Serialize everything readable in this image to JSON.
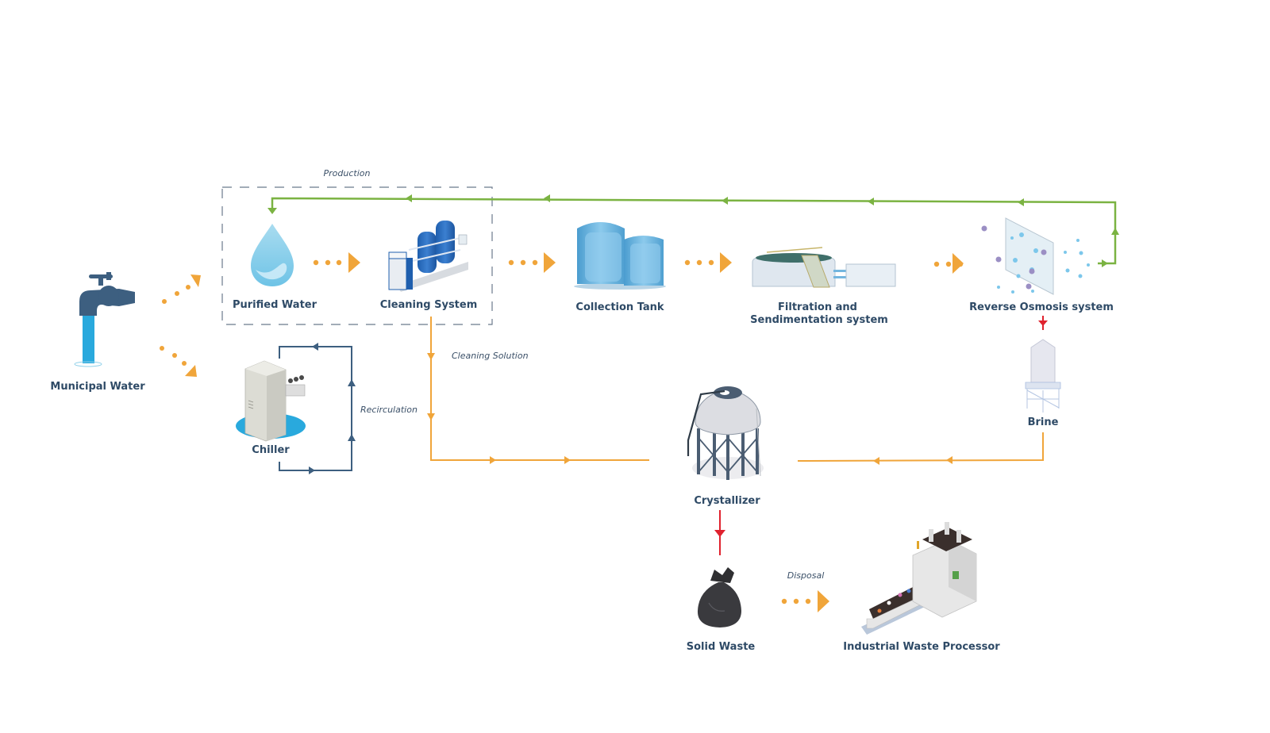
{
  "colors": {
    "label": "#2e4a66",
    "process_flow": "#f0a53a",
    "return_flow": "#7bb342",
    "recirculation_flow": "#3d5f80",
    "waste_flow": "#e0222e",
    "group_border": "#6b7a8c"
  },
  "group": {
    "label": "Production"
  },
  "nodes": {
    "municipal_water": {
      "label": "Municipal Water",
      "icon": "faucet-icon"
    },
    "purified_water": {
      "label": "Purified Water",
      "icon": "water-drop-icon"
    },
    "cleaning_system": {
      "label": "Cleaning System",
      "icon": "water-treatment-plant-icon"
    },
    "collection_tank": {
      "label": "Collection Tank",
      "icon": "storage-tanks-icon"
    },
    "filtration": {
      "label_line1": "Filtration and",
      "label_line2": "Sendimentation system",
      "icon": "sedimentation-basin-icon"
    },
    "reverse_osmosis": {
      "label": "Reverse Osmosis system",
      "icon": "membrane-icon"
    },
    "brine": {
      "label": "Brine",
      "icon": "water-tower-icon"
    },
    "chiller": {
      "label": "Chiller",
      "icon": "chiller-unit-icon"
    },
    "crystallizer": {
      "label": "Crystallizer",
      "icon": "crystallizer-tank-icon"
    },
    "solid_waste": {
      "label": "Solid Waste",
      "icon": "garbage-bag-icon"
    },
    "industrial_waste_processor": {
      "label": "Industrial Waste Processor",
      "icon": "conveyor-machine-icon"
    }
  },
  "flow_labels": {
    "cleaning_solution": "Cleaning Solution",
    "recirculation": "Recirculation",
    "disposal": "Disposal"
  },
  "edges": [
    {
      "from": "Municipal Water",
      "to": "Purified Water",
      "style": "dotted"
    },
    {
      "from": "Municipal Water",
      "to": "Chiller",
      "style": "dotted"
    },
    {
      "from": "Purified Water",
      "to": "Cleaning System",
      "style": "dotted"
    },
    {
      "from": "Cleaning System",
      "to": "Collection Tank",
      "style": "dotted"
    },
    {
      "from": "Collection Tank",
      "to": "Filtration and Sendimentation system",
      "style": "dotted"
    },
    {
      "from": "Filtration and Sendimentation system",
      "to": "Reverse Osmosis system",
      "style": "dotted"
    },
    {
      "from": "Reverse Osmosis system",
      "to": "Purified Water",
      "style": "solid-return"
    },
    {
      "from": "Reverse Osmosis system",
      "to": "Brine",
      "style": "solid-waste"
    },
    {
      "from": "Cleaning System",
      "to": "Crystallizer",
      "style": "solid",
      "label": "Cleaning Solution"
    },
    {
      "from": "Brine",
      "to": "Crystallizer",
      "style": "solid"
    },
    {
      "from": "Chiller",
      "to": "Chiller",
      "style": "loop",
      "label": "Recirculation"
    },
    {
      "from": "Crystallizer",
      "to": "Solid Waste",
      "style": "solid-waste"
    },
    {
      "from": "Solid Waste",
      "to": "Industrial Waste Processor",
      "style": "dotted",
      "label": "Disposal"
    }
  ]
}
